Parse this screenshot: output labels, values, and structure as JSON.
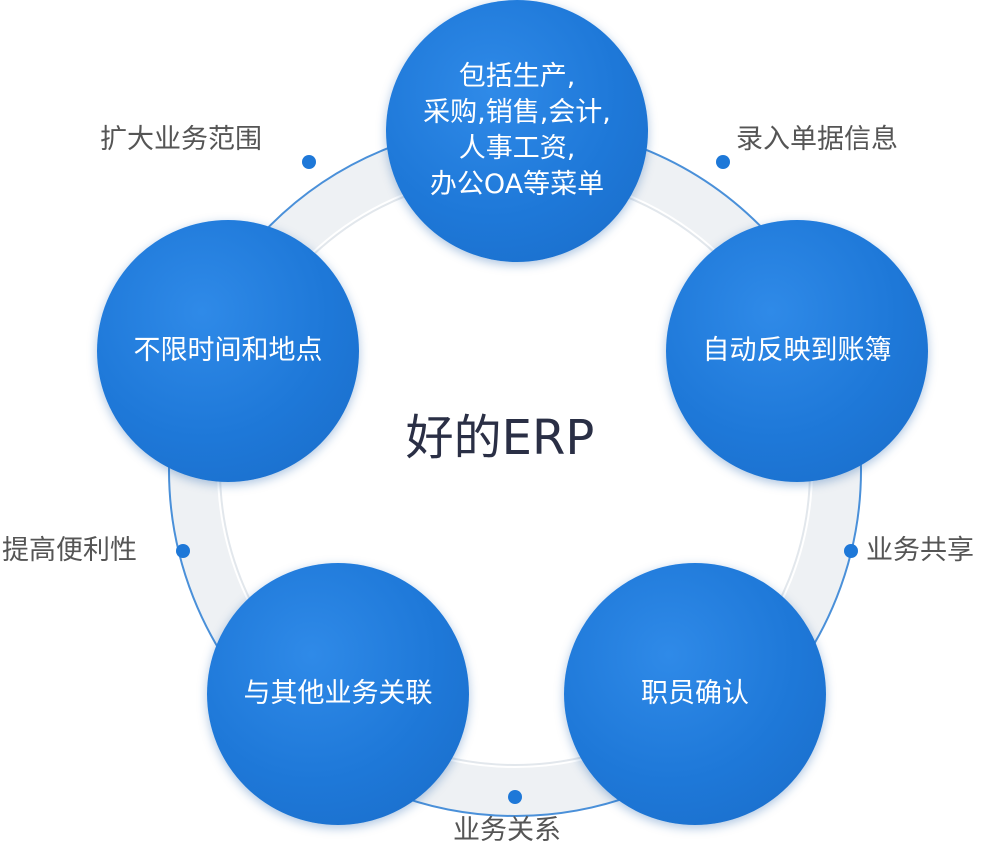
{
  "center": {
    "title": "好的ERP"
  },
  "nodes": [
    {
      "text": "包括生产,\n采购,销售,会计,\n人事工资,\n办公OA等菜单"
    },
    {
      "text": "自动反映到账簿"
    },
    {
      "text": "职员确认"
    },
    {
      "text": "与其他业务关联"
    },
    {
      "text": "不限时间和地点"
    }
  ],
  "edge_labels": [
    {
      "text": "录入单据信息"
    },
    {
      "text": "业务共享"
    },
    {
      "text": "业务关系"
    },
    {
      "text": "提高便利性"
    },
    {
      "text": "扩大业务范围"
    }
  ],
  "colors": {
    "node_fill": "#1e78d8",
    "ring_band": "#eef1f4",
    "ring_outline": "#4a90d9",
    "label_text": "#555555",
    "center_text": "#2a2f45"
  }
}
